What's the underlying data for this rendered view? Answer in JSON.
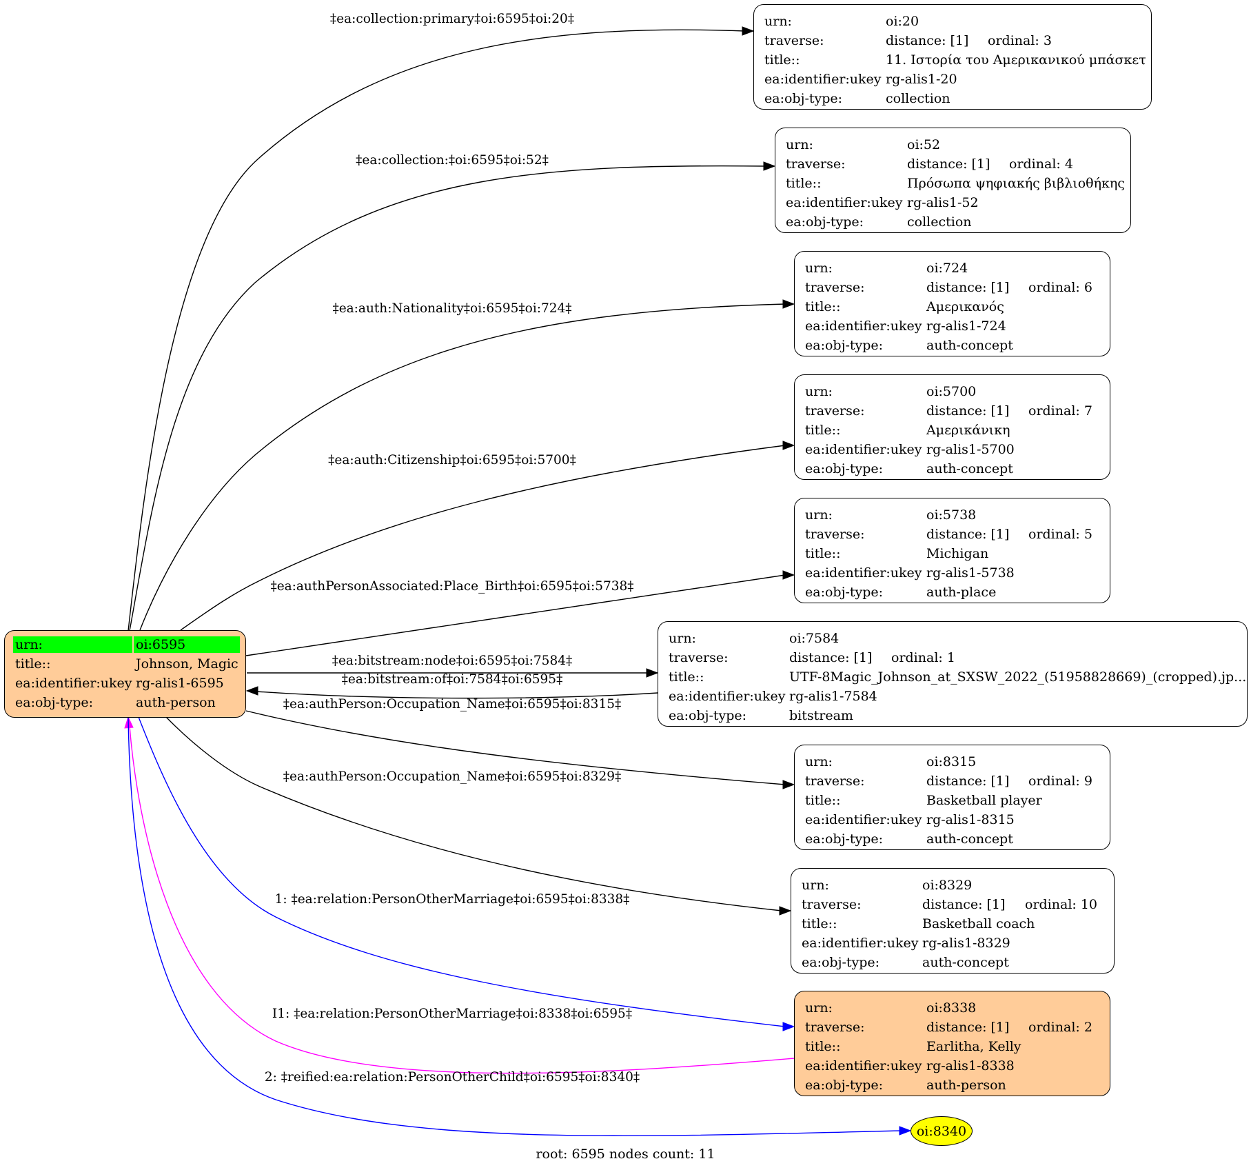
{
  "root": {
    "rows": [
      {
        "key": "urn:",
        "value": "oi:6595"
      },
      {
        "key": "title::",
        "value": "Johnson, Magic"
      },
      {
        "key": "ea:identifier:ukey",
        "value": "rg-alis1-6595"
      },
      {
        "key": "ea:obj-type:",
        "value": "auth-person"
      }
    ],
    "highlight_color": "#00ff00",
    "fill_color": "#ffcc99"
  },
  "nodes": [
    {
      "urn": "oi:20",
      "distance": "distance: [1]",
      "ordinal": "ordinal: 3",
      "title": "11. Ιστορία του Αμερικανικού μπάσκετ",
      "ukey": "rg-alis1-20",
      "objtype": "collection"
    },
    {
      "urn": "oi:52",
      "distance": "distance: [1]",
      "ordinal": "ordinal: 4",
      "title": "Πρόσωπα ψηφιακής βιβλιοθήκης",
      "ukey": "rg-alis1-52",
      "objtype": "collection"
    },
    {
      "urn": "oi:724",
      "distance": "distance: [1]",
      "ordinal": "ordinal: 6",
      "title": "Αμερικανός",
      "ukey": "rg-alis1-724",
      "objtype": "auth-concept"
    },
    {
      "urn": "oi:5700",
      "distance": "distance: [1]",
      "ordinal": "ordinal: 7",
      "title": "Αμερικάνικη",
      "ukey": "rg-alis1-5700",
      "objtype": "auth-concept"
    },
    {
      "urn": "oi:5738",
      "distance": "distance: [1]",
      "ordinal": "ordinal: 5",
      "title": "Michigan",
      "ukey": "rg-alis1-5738",
      "objtype": "auth-place"
    },
    {
      "urn": "oi:7584",
      "distance": "distance: [1]",
      "ordinal": "ordinal: 1",
      "title": "UTF-8Magic_Johnson_at_SXSW_2022_(51958828669)_(cropped).jp...",
      "ukey": "rg-alis1-7584",
      "objtype": "bitstream"
    },
    {
      "urn": "oi:8315",
      "distance": "distance: [1]",
      "ordinal": "ordinal: 9",
      "title": "Basketball player",
      "ukey": "rg-alis1-8315",
      "objtype": "auth-concept"
    },
    {
      "urn": "oi:8329",
      "distance": "distance: [1]",
      "ordinal": "ordinal: 10",
      "title": "Basketball coach",
      "ukey": "rg-alis1-8329",
      "objtype": "auth-concept"
    },
    {
      "urn": "oi:8338",
      "distance": "distance: [1]",
      "ordinal": "ordinal: 2",
      "title": "Earlitha, Kelly",
      "ukey": "rg-alis1-8338",
      "objtype": "auth-person"
    }
  ],
  "row_keys": {
    "urn": "urn:",
    "traverse": "traverse:",
    "title": "title::",
    "ukey": "ea:identifier:ukey",
    "objtype": "ea:obj-type:"
  },
  "ellipse": {
    "label": "oi:8340",
    "fill_color": "#ffff00"
  },
  "edges": [
    {
      "label": "‡ea:collection:primary‡oi:6595‡oi:20‡",
      "color": "#000000"
    },
    {
      "label": "‡ea:collection:‡oi:6595‡oi:52‡",
      "color": "#000000"
    },
    {
      "label": "‡ea:auth:Nationality‡oi:6595‡oi:724‡",
      "color": "#000000"
    },
    {
      "label": "‡ea:auth:Citizenship‡oi:6595‡oi:5700‡",
      "color": "#000000"
    },
    {
      "label": "‡ea:authPersonAssociated:Place_Birth‡oi:6595‡oi:5738‡",
      "color": "#000000"
    },
    {
      "label": "‡ea:bitstream:node‡oi:6595‡oi:7584‡",
      "color": "#000000"
    },
    {
      "label": "‡ea:bitstream:of‡oi:7584‡oi:6595‡",
      "color": "#000000"
    },
    {
      "label": "‡ea:authPerson:Occupation_Name‡oi:6595‡oi:8315‡",
      "color": "#000000"
    },
    {
      "label": "‡ea:authPerson:Occupation_Name‡oi:6595‡oi:8329‡",
      "color": "#000000"
    },
    {
      "label": "1: ‡ea:relation:PersonOtherMarriage‡oi:6595‡oi:8338‡",
      "color": "#0000ff"
    },
    {
      "label": "I1: ‡ea:relation:PersonOtherMarriage‡oi:8338‡oi:6595‡",
      "color": "#ff00ff"
    },
    {
      "label": "2: ‡reified:ea:relation:PersonOtherChild‡oi:6595‡oi:8340‡",
      "color": "#0000ff"
    }
  ],
  "footer": "root: 6595 nodes count: 11"
}
